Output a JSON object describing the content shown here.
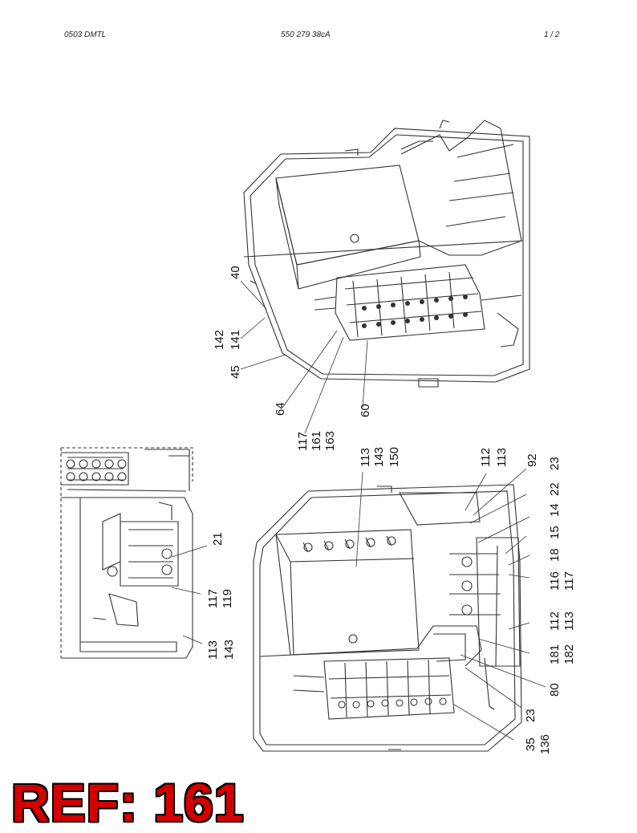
{
  "header": {
    "left": "0503 DMTL",
    "center": "550 279 38cA",
    "right": "1 /   2"
  },
  "ref_label": "REF: 161",
  "colors": {
    "line": "#333333",
    "ref_text": "#d40000"
  },
  "callouts": {
    "top_view": [
      "40",
      "142",
      "141",
      "45",
      "64",
      "117",
      "161",
      "163",
      "60"
    ],
    "detail_view": [
      "21",
      "117",
      "119",
      "113",
      "143"
    ],
    "main_view_top": [
      "113",
      "143",
      "150",
      "112",
      "113",
      "92",
      "23",
      "22",
      "14",
      "15",
      "18",
      "116",
      "117",
      "112",
      "113",
      "181",
      "182",
      "80",
      "23",
      "35",
      "136"
    ]
  }
}
